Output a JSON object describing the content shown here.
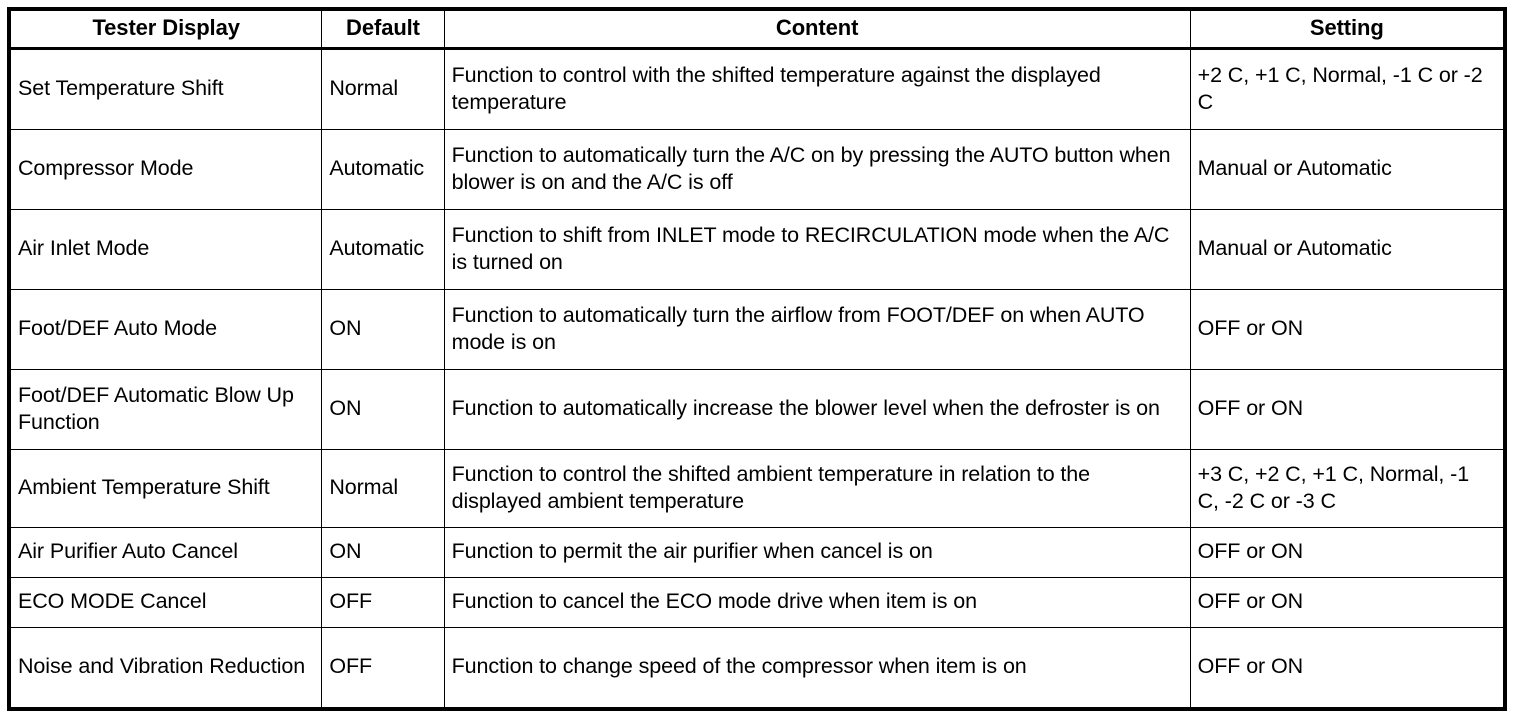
{
  "table": {
    "headers": [
      "Tester Display",
      "Default",
      "Content",
      "Setting"
    ],
    "rows": [
      {
        "display": "Set Temperature Shift",
        "default": "Normal",
        "content": "Function to control with the shifted temperature against the displayed temperature",
        "setting": "+2 C, +1 C, Normal, -1 C or -2 C"
      },
      {
        "display": "Compressor Mode",
        "default": "Automatic",
        "content": "Function to automatically turn the A/C on by pressing the AUTO button when blower is on and the A/C is off",
        "setting": "Manual or Automatic"
      },
      {
        "display": "Air Inlet Mode",
        "default": "Automatic",
        "content": "Function to shift from INLET mode to RECIRCULATION mode when the A/C is turned on",
        "setting": "Manual or Automatic"
      },
      {
        "display": "Foot/DEF Auto Mode",
        "default": "ON",
        "content": "Function to automatically turn the airflow from FOOT/DEF on when AUTO mode is on",
        "setting": "OFF or ON"
      },
      {
        "display": "Foot/DEF Automatic Blow Up Function",
        "default": "ON",
        "content": "Function to automatically increase the blower level when the defroster is on",
        "setting": "OFF or ON"
      },
      {
        "display": "Ambient Temperature Shift",
        "default": "Normal",
        "content": "Function to control the shifted ambient temperature in relation to the displayed ambient temperature",
        "setting": "+3 C, +2 C, +1 C, Normal, -1 C, -2 C or -3 C"
      },
      {
        "display": "Air Purifier Auto Cancel",
        "default": "ON",
        "content": "Function to permit the air purifier when cancel is on",
        "setting": "OFF or ON"
      },
      {
        "display": "ECO MODE Cancel",
        "default": "OFF",
        "content": "Function to cancel the ECO mode drive when item is on",
        "setting": "OFF or ON"
      },
      {
        "display": "Noise and Vibration Reduction",
        "default": "OFF",
        "content": "Function to change speed of the compressor when item is on",
        "setting": "OFF or ON"
      }
    ]
  }
}
